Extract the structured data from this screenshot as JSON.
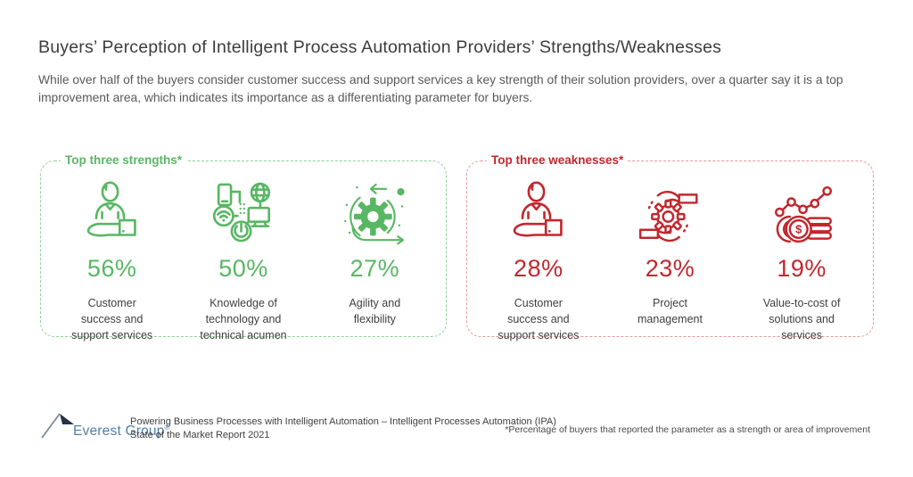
{
  "colors": {
    "strength_green": "#58b763",
    "weakness_red": "#c2272d",
    "text_dark": "#3f3f3f",
    "text_gray": "#595959",
    "logo_blue": "#4e7ea8"
  },
  "header": {
    "title": "Buyers’ Perception of Intelligent Process Automation Providers’ Strengths/Weaknesses",
    "subtitle": "While over half of the buyers consider customer success and support services a key strength of their solution providers, over a quarter say it is a top improvement area, which indicates its importance as a differentiating parameter for buyers."
  },
  "panels": [
    {
      "header": "Top three strengths*",
      "items": [
        {
          "pct": "56%",
          "label": "Customer\nsuccess and\nsupport services",
          "icon": "customer-support-icon"
        },
        {
          "pct": "50%",
          "label": "Knowledge of\ntechnology and\ntechnical acumen",
          "icon": "technology-knowledge-icon"
        },
        {
          "pct": "27%",
          "label": "Agility and\nflexibility",
          "icon": "agility-gear-icon"
        }
      ]
    },
    {
      "header": "Top three weaknesses*",
      "items": [
        {
          "pct": "28%",
          "label": "Customer\nsuccess and\nsupport services",
          "icon": "customer-support-icon"
        },
        {
          "pct": "23%",
          "label": "Project\nmanagement",
          "icon": "project-management-icon"
        },
        {
          "pct": "19%",
          "label": "Value-to-cost of\nsolutions and\nservices",
          "icon": "value-to-cost-icon"
        }
      ]
    }
  ],
  "footer": {
    "logo_text": "Everest Group",
    "logo_reg": "®",
    "source": "Powering Business Processes with Intelligent Automation – Intelligent Processes Automation (IPA)\nState of the Market Report 2021",
    "footnote": "*Percentage of buyers that reported the parameter as a strength or area of improvement"
  },
  "chart_data": {
    "type": "bar",
    "title": "Buyers’ Perception of Intelligent Process Automation Providers’ Strengths/Weaknesses",
    "unit": "%",
    "series": [
      {
        "name": "Top three strengths*",
        "color": "#58b763",
        "categories": [
          "Customer success and support services",
          "Knowledge of technology and technical acumen",
          "Agility and flexibility"
        ],
        "values": [
          56,
          50,
          27
        ]
      },
      {
        "name": "Top three weaknesses*",
        "color": "#c2272d",
        "categories": [
          "Customer success and support services",
          "Project management",
          "Value-to-cost of solutions and services"
        ],
        "values": [
          28,
          23,
          19
        ]
      }
    ],
    "footnote": "*Percentage of buyers that reported the parameter as a strength or area of improvement",
    "source": "Powering Business Processes with Intelligent Automation – Intelligent Processes Automation (IPA) State of the Market Report 2021"
  }
}
